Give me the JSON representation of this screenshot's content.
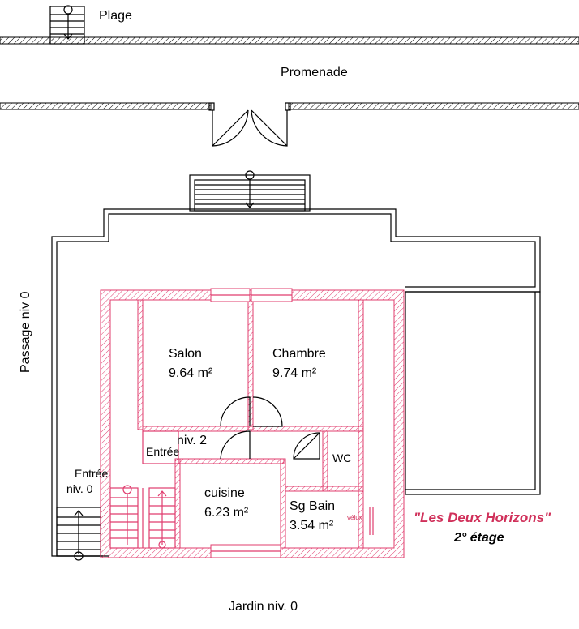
{
  "top": {
    "beach": "Plage",
    "promenade": "Promenade"
  },
  "sides": {
    "passage": "Passage niv 0",
    "garden": "Jardin niv. 0"
  },
  "entrance": {
    "line1": "Entrée",
    "line2": "niv. 0"
  },
  "rooms": {
    "salon": {
      "name": "Salon",
      "area": "9.64 m²"
    },
    "chambre": {
      "name": "Chambre",
      "area": "9.74 m²"
    },
    "level": "niv. 2",
    "entree": "Entrée",
    "wc": "WC",
    "cuisine": {
      "name": "cuisine",
      "area": "6.23 m²"
    },
    "sdb": {
      "name": "Sg Bain",
      "area": "3.54 m²"
    },
    "velux": "vélux"
  },
  "title": {
    "name": "\"Les Deux Horizons\"",
    "floor": "2° étage"
  },
  "colors": {
    "wall_pink": "#e03c6e",
    "title_red": "#d0305a",
    "line": "#000000"
  }
}
